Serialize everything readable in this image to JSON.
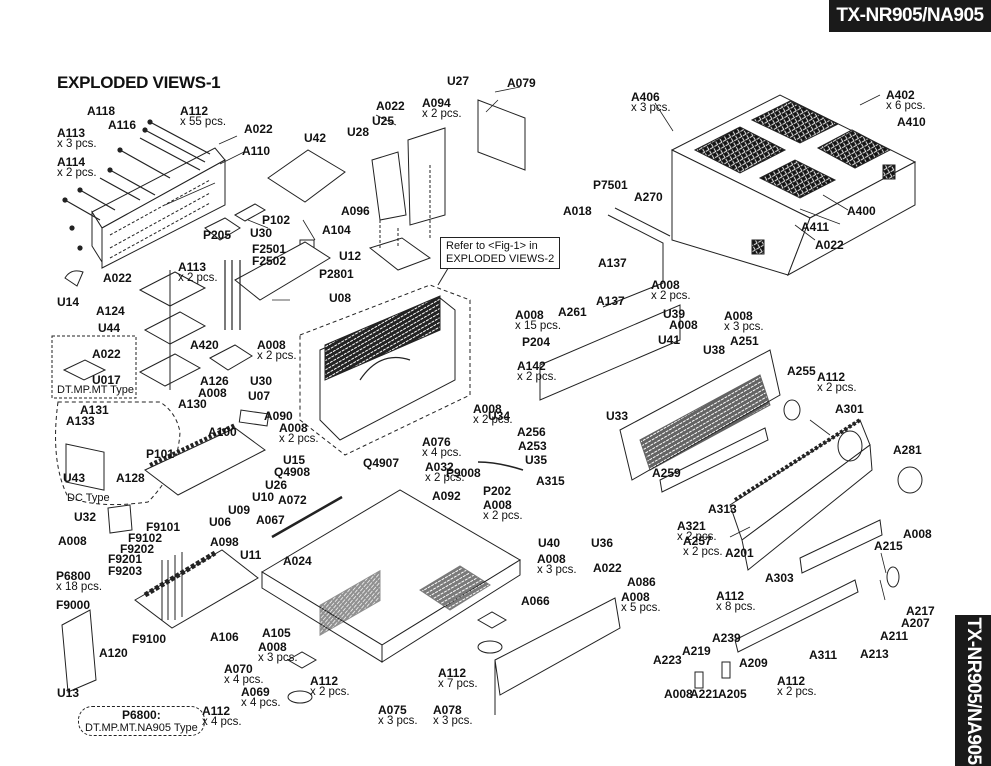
{
  "header": {
    "model_badge": "TX-NR905/NA905",
    "side_badge": "TX-NR905/NA905",
    "page_title": "EXPLODED VIEWS-1"
  },
  "note_box": {
    "line1": "Refer to <Fig-1> in",
    "line2": "EXPLODED VIEWS-2"
  },
  "type_captions": {
    "dt_mp_mt": "DT.MP.MT Type",
    "dc": "DC Type",
    "p6800_title": "P6800:",
    "p6800_type": "DT.MP.MT.NA905 Type"
  },
  "parts": [
    {
      "id": "A118",
      "qty": ""
    },
    {
      "id": "A116",
      "qty": ""
    },
    {
      "id": "A112",
      "qty": "x 55 pcs."
    },
    {
      "id": "A022",
      "qty": ""
    },
    {
      "id": "A113",
      "qty": "x 3 pcs."
    },
    {
      "id": "A110",
      "qty": ""
    },
    {
      "id": "A114",
      "qty": "x 2 pcs."
    },
    {
      "id": "U42",
      "qty": ""
    },
    {
      "id": "P102",
      "qty": ""
    },
    {
      "id": "P205",
      "qty": ""
    },
    {
      "id": "U30",
      "qty": ""
    },
    {
      "id": "A104",
      "qty": ""
    },
    {
      "id": "F2501",
      "qty": ""
    },
    {
      "id": "F2502",
      "qty": ""
    },
    {
      "id": "A113",
      "qty": "x 2 pcs."
    },
    {
      "id": "A022",
      "qty": ""
    },
    {
      "id": "U14",
      "qty": ""
    },
    {
      "id": "P2801",
      "qty": ""
    },
    {
      "id": "U08",
      "qty": ""
    },
    {
      "id": "A124",
      "qty": ""
    },
    {
      "id": "U44",
      "qty": ""
    },
    {
      "id": "A420",
      "qty": ""
    },
    {
      "id": "A008",
      "qty": "x 2 pcs."
    },
    {
      "id": "A022",
      "qty": ""
    },
    {
      "id": "U017",
      "qty": ""
    },
    {
      "id": "A126",
      "qty": ""
    },
    {
      "id": "A008",
      "qty": ""
    },
    {
      "id": "U30",
      "qty": ""
    },
    {
      "id": "A130",
      "qty": ""
    },
    {
      "id": "A131",
      "qty": ""
    },
    {
      "id": "U07",
      "qty": ""
    },
    {
      "id": "A133",
      "qty": ""
    },
    {
      "id": "A090",
      "qty": ""
    },
    {
      "id": "P101",
      "qty": ""
    },
    {
      "id": "A100",
      "qty": ""
    },
    {
      "id": "A008",
      "qty": "x 2 pcs."
    },
    {
      "id": "U43",
      "qty": ""
    },
    {
      "id": "A128",
      "qty": ""
    },
    {
      "id": "U15",
      "qty": ""
    },
    {
      "id": "Q4908",
      "qty": ""
    },
    {
      "id": "Q4907",
      "qty": ""
    },
    {
      "id": "U26",
      "qty": ""
    },
    {
      "id": "U10",
      "qty": ""
    },
    {
      "id": "A072",
      "qty": ""
    },
    {
      "id": "U09",
      "qty": ""
    },
    {
      "id": "U06",
      "qty": ""
    },
    {
      "id": "U32",
      "qty": ""
    },
    {
      "id": "A067",
      "qty": ""
    },
    {
      "id": "A008",
      "qty": ""
    },
    {
      "id": "F9101",
      "qty": ""
    },
    {
      "id": "F9102",
      "qty": ""
    },
    {
      "id": "A098",
      "qty": ""
    },
    {
      "id": "F9202",
      "qty": ""
    },
    {
      "id": "U11",
      "qty": ""
    },
    {
      "id": "F9201",
      "qty": ""
    },
    {
      "id": "A024",
      "qty": ""
    },
    {
      "id": "P6800",
      "qty": "x 18 pcs."
    },
    {
      "id": "F9203",
      "qty": ""
    },
    {
      "id": "F9000",
      "qty": ""
    },
    {
      "id": "F9100",
      "qty": ""
    },
    {
      "id": "A106",
      "qty": ""
    },
    {
      "id": "A105",
      "qty": ""
    },
    {
      "id": "A120",
      "qty": ""
    },
    {
      "id": "A008",
      "qty": "x 3 pcs."
    },
    {
      "id": "U13",
      "qty": ""
    },
    {
      "id": "A070",
      "qty": "x 4 pcs."
    },
    {
      "id": "A069",
      "qty": "x 4 pcs."
    },
    {
      "id": "A112",
      "qty": "x 4 pcs."
    },
    {
      "id": "A112",
      "qty": "x 2 pcs."
    },
    {
      "id": "A075",
      "qty": "x 3 pcs."
    },
    {
      "id": "A078",
      "qty": "x 3 pcs."
    },
    {
      "id": "A112",
      "qty": "x 7 pcs."
    },
    {
      "id": "U27",
      "qty": ""
    },
    {
      "id": "A079",
      "qty": ""
    },
    {
      "id": "A022",
      "qty": ""
    },
    {
      "id": "A094",
      "qty": "x 2 pcs."
    },
    {
      "id": "U25",
      "qty": ""
    },
    {
      "id": "U28",
      "qty": ""
    },
    {
      "id": "A096",
      "qty": ""
    },
    {
      "id": "U12",
      "qty": ""
    },
    {
      "id": "A076",
      "qty": "x 4 pcs."
    },
    {
      "id": "A032",
      "qty": "x 2 pcs."
    },
    {
      "id": "A092",
      "qty": ""
    },
    {
      "id": "P9008",
      "qty": ""
    },
    {
      "id": "U35",
      "qty": ""
    },
    {
      "id": "A315",
      "qty": ""
    },
    {
      "id": "P202",
      "qty": ""
    },
    {
      "id": "A008",
      "qty": "x 2 pcs."
    },
    {
      "id": "U40",
      "qty": ""
    },
    {
      "id": "U36",
      "qty": ""
    },
    {
      "id": "A008",
      "qty": "x 3 pcs."
    },
    {
      "id": "A066",
      "qty": ""
    },
    {
      "id": "A022",
      "qty": ""
    },
    {
      "id": "A086",
      "qty": ""
    },
    {
      "id": "A008",
      "qty": "x 5 pcs."
    },
    {
      "id": "A406",
      "qty": "x 3 pcs."
    },
    {
      "id": "A402",
      "qty": "x 6 pcs."
    },
    {
      "id": "A410",
      "qty": ""
    },
    {
      "id": "P7501",
      "qty": ""
    },
    {
      "id": "A270",
      "qty": ""
    },
    {
      "id": "A018",
      "qty": ""
    },
    {
      "id": "A400",
      "qty": ""
    },
    {
      "id": "A411",
      "qty": ""
    },
    {
      "id": "A022",
      "qty": ""
    },
    {
      "id": "A137",
      "qty": ""
    },
    {
      "id": "A008",
      "qty": "x 2 pcs."
    },
    {
      "id": "A137",
      "qty": ""
    },
    {
      "id": "A261",
      "qty": ""
    },
    {
      "id": "A008",
      "qty": "x 15 pcs."
    },
    {
      "id": "U39",
      "qty": ""
    },
    {
      "id": "A008",
      "qty": ""
    },
    {
      "id": "A008",
      "qty": "x 3 pcs."
    },
    {
      "id": "P204",
      "qty": ""
    },
    {
      "id": "U41",
      "qty": ""
    },
    {
      "id": "U38",
      "qty": ""
    },
    {
      "id": "A251",
      "qty": ""
    },
    {
      "id": "A142",
      "qty": "x 2 pcs."
    },
    {
      "id": "A255",
      "qty": ""
    },
    {
      "id": "A112",
      "qty": "x 2 pcs."
    },
    {
      "id": "A008",
      "qty": "x 2 pcs."
    },
    {
      "id": "U34",
      "qty": ""
    },
    {
      "id": "U33",
      "qty": ""
    },
    {
      "id": "A256",
      "qty": ""
    },
    {
      "id": "A253",
      "qty": ""
    },
    {
      "id": "A301",
      "qty": ""
    },
    {
      "id": "A281",
      "qty": ""
    },
    {
      "id": "A259",
      "qty": ""
    },
    {
      "id": "A313",
      "qty": ""
    },
    {
      "id": "A321",
      "qty": "x 2 pcs."
    },
    {
      "id": "A257",
      "qty": "x 2 pcs."
    },
    {
      "id": "A201",
      "qty": ""
    },
    {
      "id": "A303",
      "qty": ""
    },
    {
      "id": "A215",
      "qty": ""
    },
    {
      "id": "A008",
      "qty": ""
    },
    {
      "id": "A217",
      "qty": ""
    },
    {
      "id": "A207",
      "qty": ""
    },
    {
      "id": "A211",
      "qty": ""
    },
    {
      "id": "A213",
      "qty": ""
    },
    {
      "id": "A112",
      "qty": "x 8 pcs."
    },
    {
      "id": "A311",
      "qty": ""
    },
    {
      "id": "A239",
      "qty": ""
    },
    {
      "id": "A219",
      "qty": ""
    },
    {
      "id": "A223",
      "qty": ""
    },
    {
      "id": "A209",
      "qty": ""
    },
    {
      "id": "A112",
      "qty": "x 2 pcs."
    },
    {
      "id": "A205",
      "qty": ""
    },
    {
      "id": "A008",
      "qty": ""
    },
    {
      "id": "A221",
      "qty": ""
    }
  ]
}
